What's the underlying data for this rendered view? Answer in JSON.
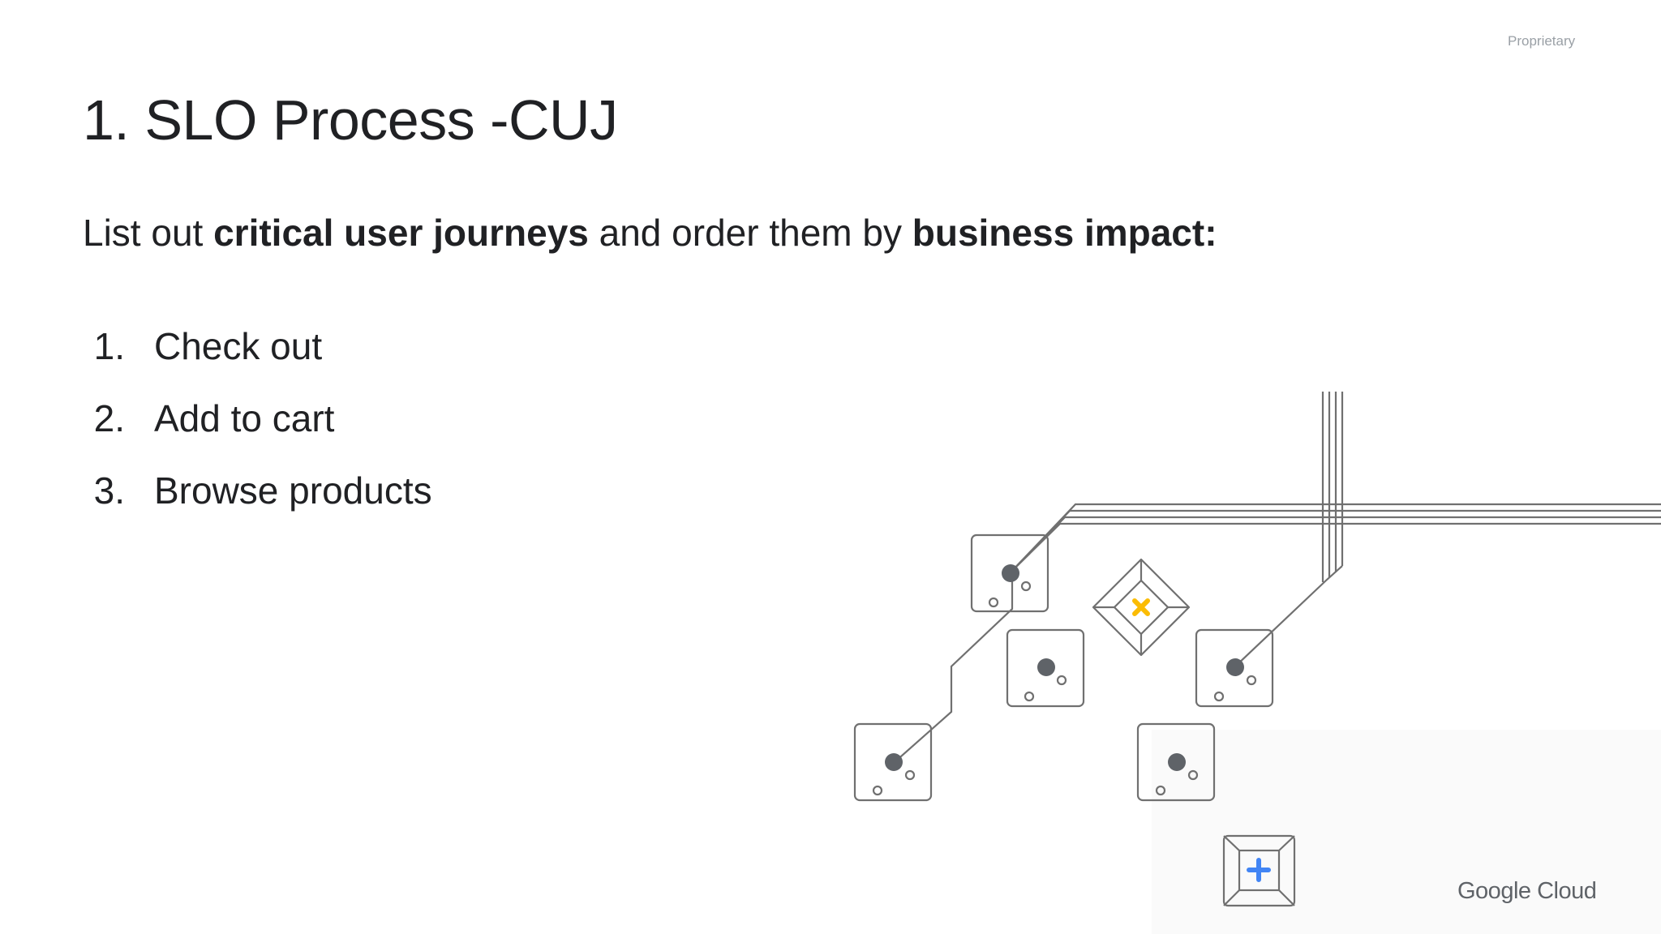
{
  "slide": {
    "proprietary_label": "Proprietary",
    "title": "1. SLO Process -CUJ",
    "lead": {
      "part1": "List out ",
      "bold1": "critical user journeys",
      "part2": " and order them by ",
      "bold2": "business impact:"
    },
    "journeys": [
      {
        "number": "1.",
        "label": "Check out"
      },
      {
        "number": "2.",
        "label": "Add to cart"
      },
      {
        "number": "3.",
        "label": "Browse products"
      }
    ],
    "footer_logo": "Google Cloud"
  },
  "colors": {
    "line": "#707070",
    "node_dot": "#5f6368",
    "accent_yellow": "#fbbc04",
    "accent_blue": "#4285f4"
  },
  "icons": [
    "node-box-icon",
    "diamond-x-icon",
    "plus-box-icon"
  ]
}
